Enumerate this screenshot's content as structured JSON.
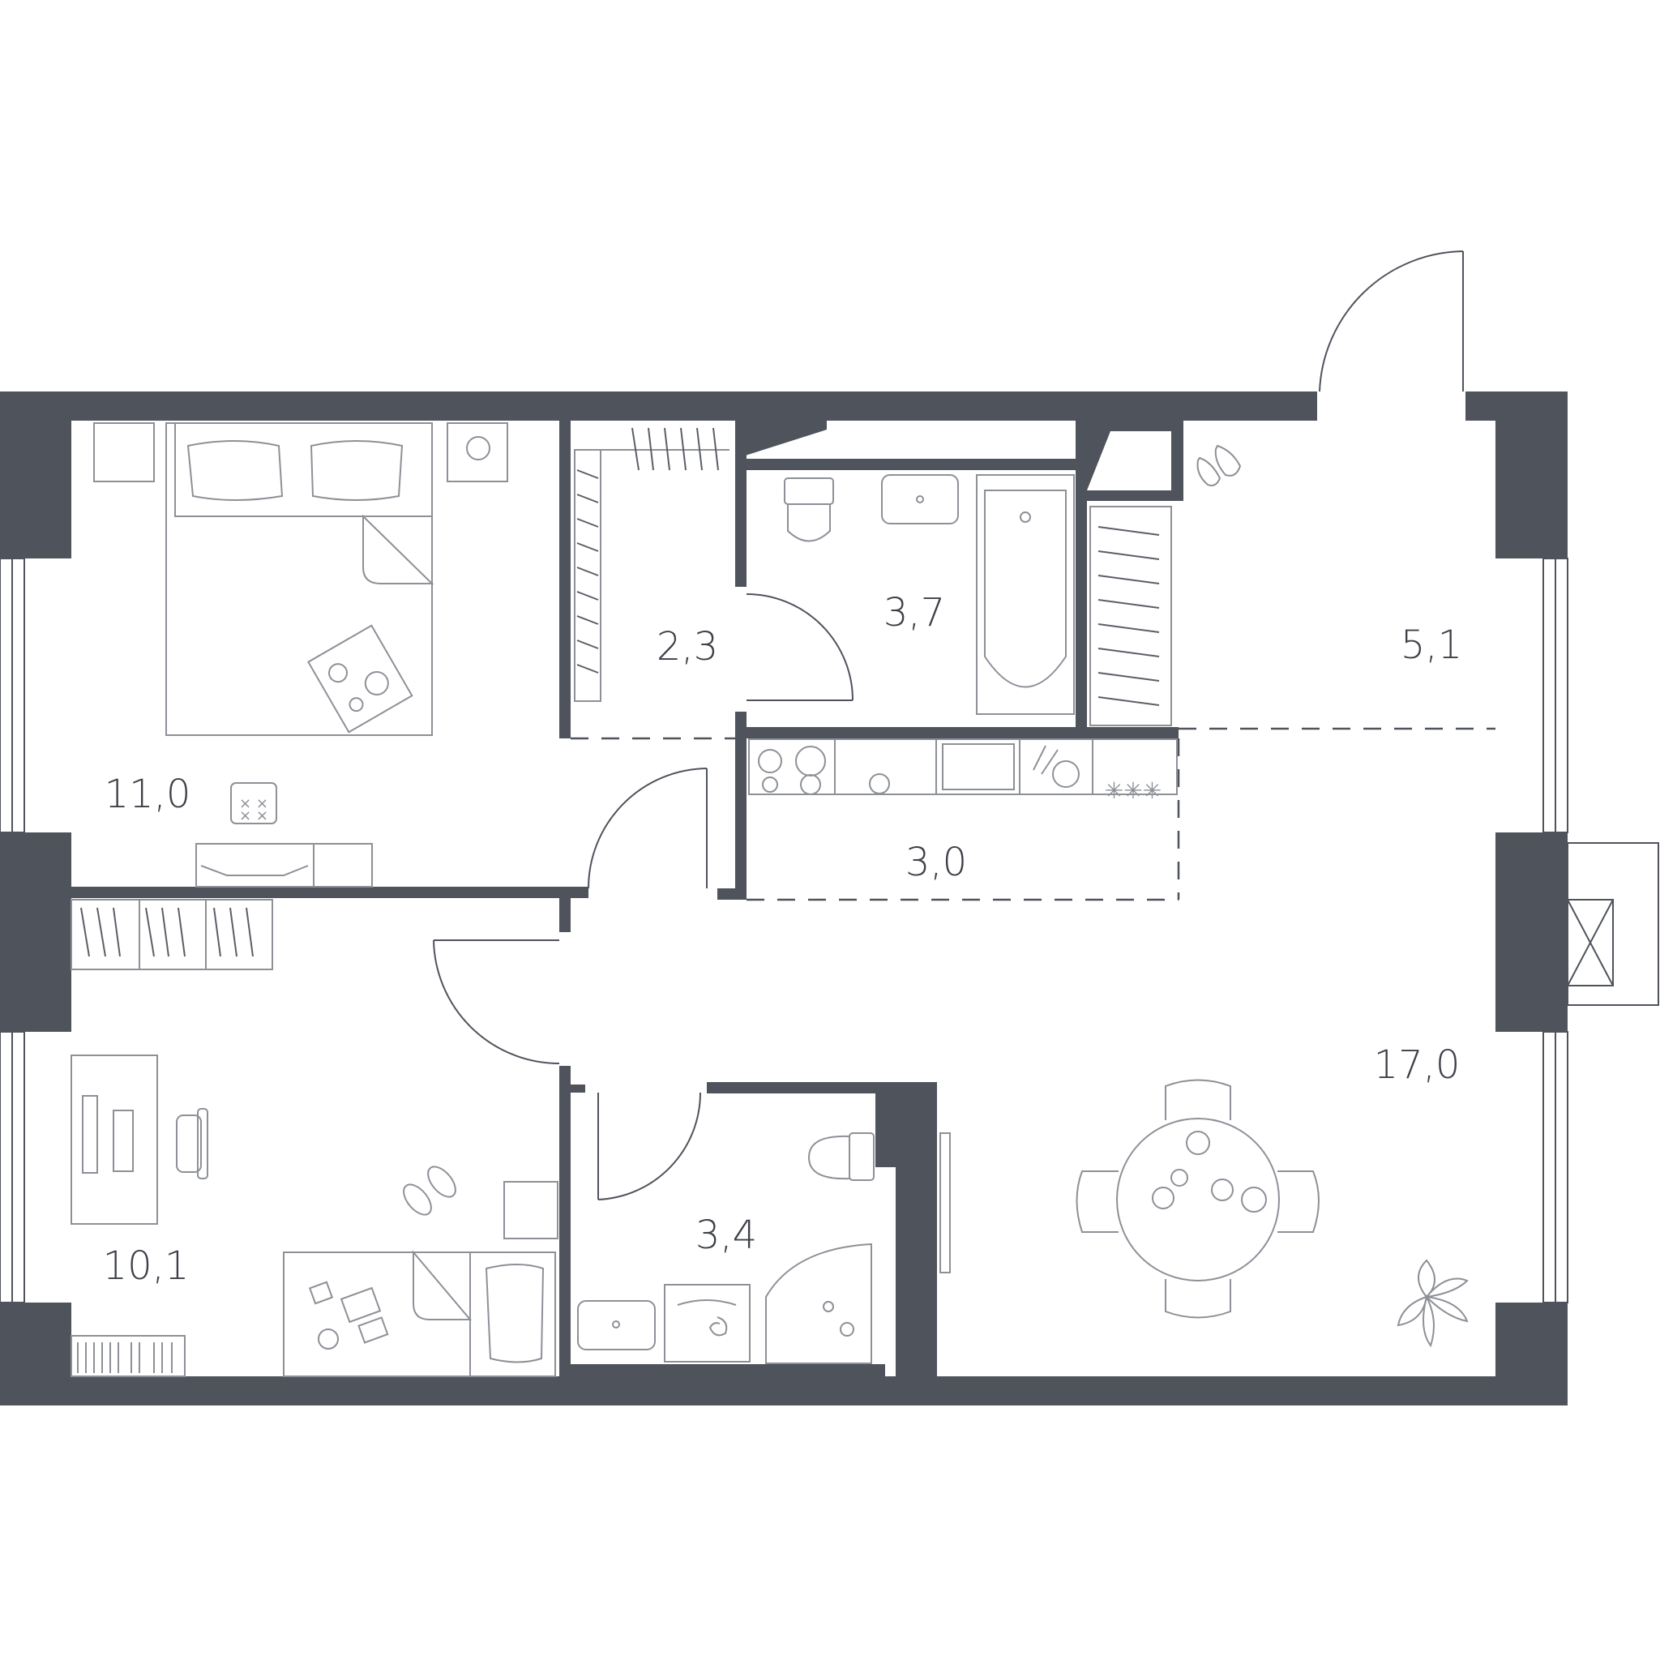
{
  "plan": {
    "colors": {
      "wall": "#4f535c",
      "furniture": "#8d9097",
      "background": "#ffffff"
    },
    "rooms": [
      {
        "id": "bedroom",
        "area": "11,0"
      },
      {
        "id": "wardrobe",
        "area": "2,3"
      },
      {
        "id": "bathroom",
        "area": "3,7"
      },
      {
        "id": "hall",
        "area": "5,1"
      },
      {
        "id": "kitchen",
        "area": "3,0"
      },
      {
        "id": "children-room",
        "area": "10,1"
      },
      {
        "id": "toilet",
        "area": "3,4"
      },
      {
        "id": "living-room",
        "area": "17,0"
      }
    ]
  }
}
